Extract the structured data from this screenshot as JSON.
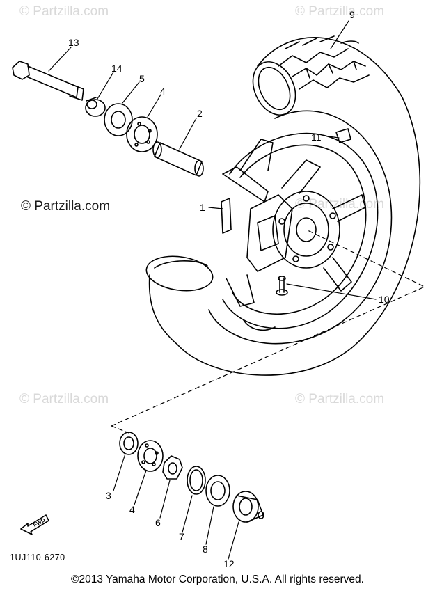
{
  "watermarks": {
    "top_left": "© Partzilla.com",
    "top_right": "© Partzilla.com",
    "mid_left": "© Partzilla.com",
    "mid_right": "© Partzilla.com",
    "bottom_left": "© Partzilla.com",
    "bottom_right": "© Partzilla.com",
    "main": "© Partzilla.com"
  },
  "callouts": {
    "n13": "13",
    "n14": "14",
    "n5": "5",
    "n4_top": "4",
    "n2": "2",
    "n9": "9",
    "n11": "11",
    "n1": "1",
    "n10": "10",
    "n3": "3",
    "n4_bottom": "4",
    "n6": "6",
    "n7": "7",
    "n8": "8",
    "n12": "12"
  },
  "fwd_label": "FWD",
  "diagram_code": "1UJ110-6270",
  "copyright": "©2013 Yamaha Motor Corporation, U.S.A. All rights reserved."
}
